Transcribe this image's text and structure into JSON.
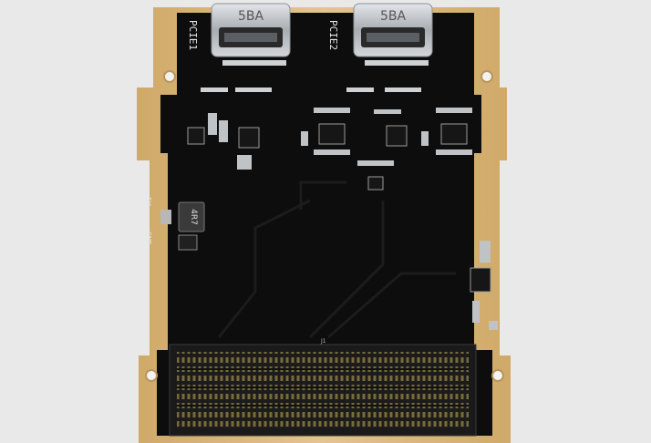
{
  "board": {
    "connector_left_label": "5BA",
    "connector_right_label": "5BA",
    "silk_left": "PCIE1",
    "silk_right": "PCIE2",
    "inductor_marking": "4R7",
    "power_label_5v": "5V",
    "power_label_gnd": "GND",
    "fmc_ref": "J1"
  },
  "colors": {
    "background": "#e9e9e9",
    "pcb": "#0d0d0d",
    "gold_edge": "#d9b77c",
    "connector_metal": "#bfc4c8",
    "connector_body": "#222222"
  }
}
